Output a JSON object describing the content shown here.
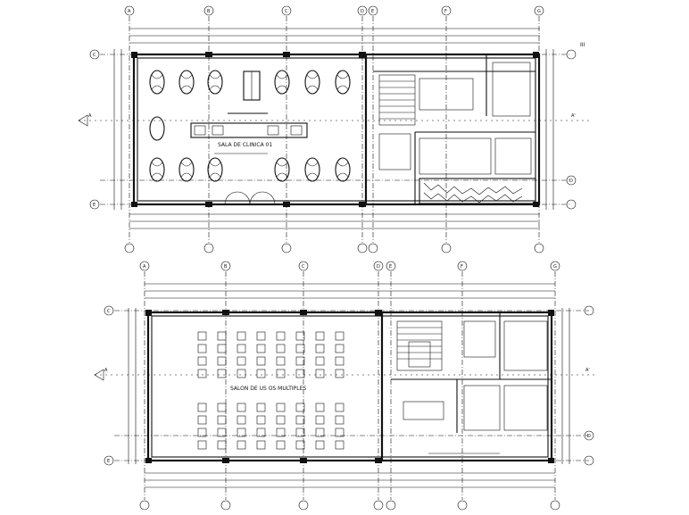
{
  "plans": [
    {
      "id": "upper",
      "room_label": "SALA DE CLINICA 01",
      "axes_x": [
        "A",
        "B",
        "C",
        "D",
        "E",
        "F",
        "G"
      ],
      "axes_y": [
        "C",
        "D",
        "E"
      ],
      "section_mark": "A",
      "section_mark_right": "A'"
    },
    {
      "id": "lower",
      "room_label": "SALON DE US OS MULTIPLES",
      "axes_x": [
        "A",
        "B",
        "C",
        "D",
        "E",
        "F",
        "G"
      ],
      "axes_y": [
        "C",
        "D",
        "E"
      ],
      "section_mark": "A",
      "section_mark_right": "A'"
    }
  ],
  "corner_mark": "III"
}
